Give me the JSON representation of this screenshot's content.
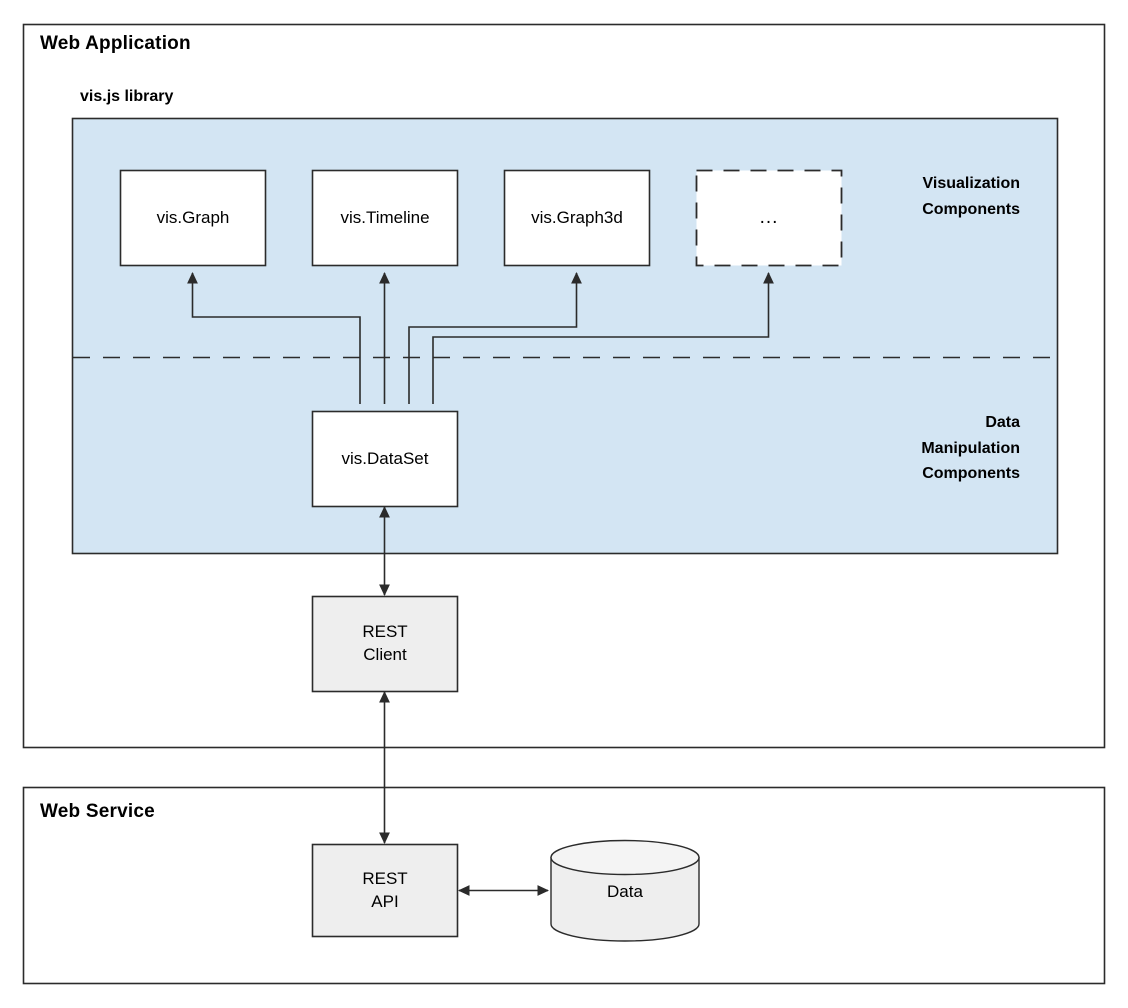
{
  "diagram": {
    "type": "architecture-block-diagram",
    "background": "#ffffff",
    "colors": {
      "panel_fill": "#d3e5f3",
      "box_fill_white": "#ffffff",
      "box_fill_gray": "#eeeeee",
      "stroke": "#2b2b2b",
      "text": "#000000"
    }
  },
  "frames": {
    "web_application": {
      "title": "Web Application"
    },
    "web_service": {
      "title": "Web Service"
    }
  },
  "library": {
    "title": "vis.js library",
    "zones": [
      {
        "id": "visualization",
        "label": "Visualization\nComponents"
      },
      {
        "id": "data_manipulation",
        "label": "Data\nManipulation\nComponents"
      }
    ]
  },
  "nodes": {
    "vis_graph": {
      "label": "vis.Graph",
      "style": "solid",
      "fill": "#ffffff"
    },
    "vis_timeline": {
      "label": "vis.Timeline",
      "style": "solid",
      "fill": "#ffffff"
    },
    "vis_graph3d": {
      "label": "vis.Graph3d",
      "style": "solid",
      "fill": "#ffffff"
    },
    "more": {
      "label": "...",
      "style": "dashed",
      "fill": "#ffffff"
    },
    "vis_dataset": {
      "label": "vis.DataSet",
      "style": "solid",
      "fill": "#ffffff"
    },
    "rest_client": {
      "label": "REST\nClient",
      "style": "solid",
      "fill": "#eeeeee"
    },
    "rest_api": {
      "label": "REST\nAPI",
      "style": "solid",
      "fill": "#eeeeee"
    },
    "data_store": {
      "label": "Data",
      "style": "cylinder",
      "fill": "#eeeeee"
    }
  },
  "edges": [
    {
      "from": "vis_dataset",
      "to": "vis_graph",
      "direction": "up"
    },
    {
      "from": "vis_dataset",
      "to": "vis_timeline",
      "direction": "up"
    },
    {
      "from": "vis_dataset",
      "to": "vis_graph3d",
      "direction": "up"
    },
    {
      "from": "vis_dataset",
      "to": "more",
      "direction": "up"
    },
    {
      "from": "vis_dataset",
      "to": "rest_client",
      "direction": "both"
    },
    {
      "from": "rest_client",
      "to": "rest_api",
      "direction": "both"
    },
    {
      "from": "rest_api",
      "to": "data_store",
      "direction": "both"
    }
  ]
}
